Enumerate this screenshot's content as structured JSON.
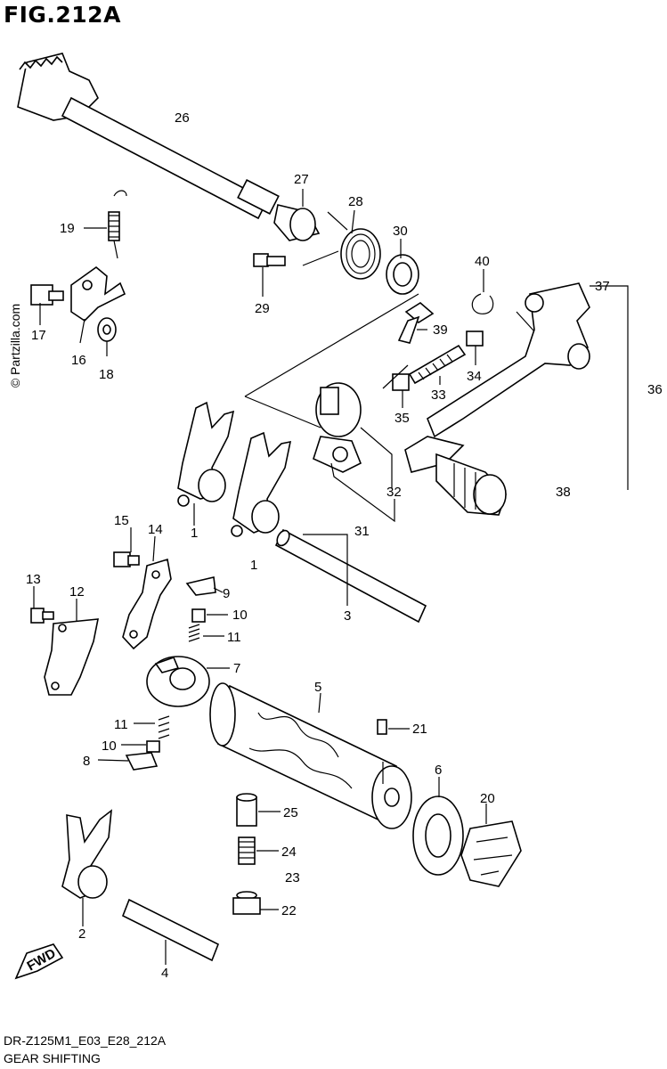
{
  "header": {
    "title": "FIG.212A"
  },
  "watermark": "© Partzilla.com",
  "footer": {
    "code": "DR-Z125M1_E03_E28_212A",
    "caption": "GEAR SHIFTING"
  },
  "fwd_arrow": "FWD",
  "callouts": {
    "c26": "26",
    "c27": "27",
    "c28": "28",
    "c19": "19",
    "c30": "30",
    "c40": "40",
    "c37": "37",
    "c17": "17",
    "c16": "16",
    "c18": "18",
    "c29": "29",
    "c39": "39",
    "c34": "34",
    "c33": "33",
    "c35": "35",
    "c36": "36",
    "c32": "32",
    "c38": "38",
    "c31": "31",
    "c1a": "1",
    "c1b": "1",
    "c15": "15",
    "c14": "14",
    "c9": "9",
    "c3": "3",
    "c13": "13",
    "c12": "12",
    "c10a": "10",
    "c11a": "11",
    "c7": "7",
    "c5": "5",
    "c21": "21",
    "c11b": "11",
    "c10b": "10",
    "c8": "8",
    "c6": "6",
    "c25": "25",
    "c20": "20",
    "c24": "24",
    "c23": "23",
    "c22": "22",
    "c2": "2",
    "c4": "4"
  }
}
